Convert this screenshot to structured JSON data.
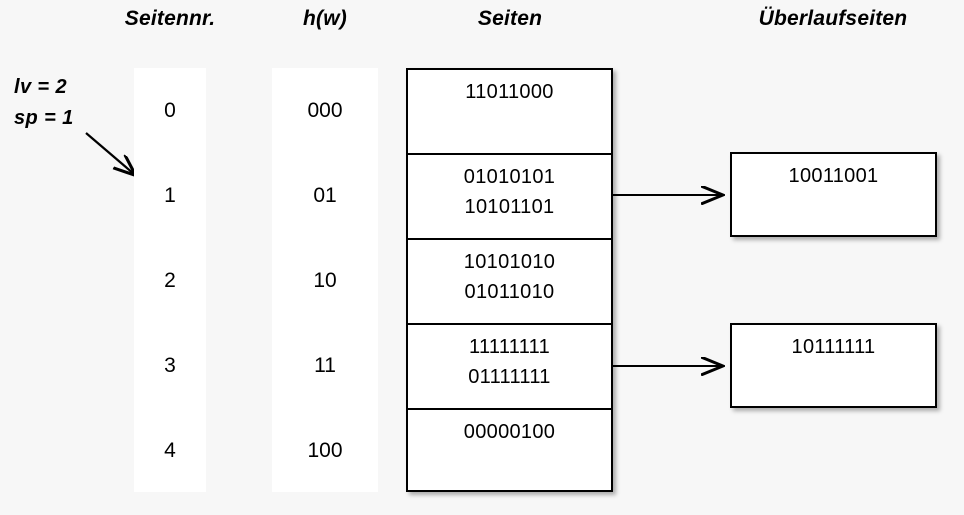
{
  "headers": {
    "seitennr": "Seitennr.",
    "hw": "h(w)",
    "seiten": "Seiten",
    "ueberlaufseiten": "Überlaufseiten"
  },
  "params": {
    "lv": "lv = 2",
    "sp": "sp = 1"
  },
  "rows": [
    {
      "seitennr": "0",
      "hw": "000",
      "records": [
        "11011000"
      ]
    },
    {
      "seitennr": "1",
      "hw": "01",
      "records": [
        "01010101",
        "10101101"
      ]
    },
    {
      "seitennr": "2",
      "hw": "10",
      "records": [
        "10101010",
        "01011010"
      ]
    },
    {
      "seitennr": "3",
      "hw": "11",
      "records": [
        "11111111",
        "01111111"
      ]
    },
    {
      "seitennr": "4",
      "hw": "100",
      "records": [
        "00000100"
      ]
    }
  ],
  "overflow_pages": [
    {
      "from_row": 1,
      "records": [
        "10011001"
      ]
    },
    {
      "from_row": 3,
      "records": [
        "10111111"
      ]
    }
  ],
  "colors": {
    "background": "#f7f7f7",
    "page": "#ffffff",
    "stroke": "#000000"
  }
}
